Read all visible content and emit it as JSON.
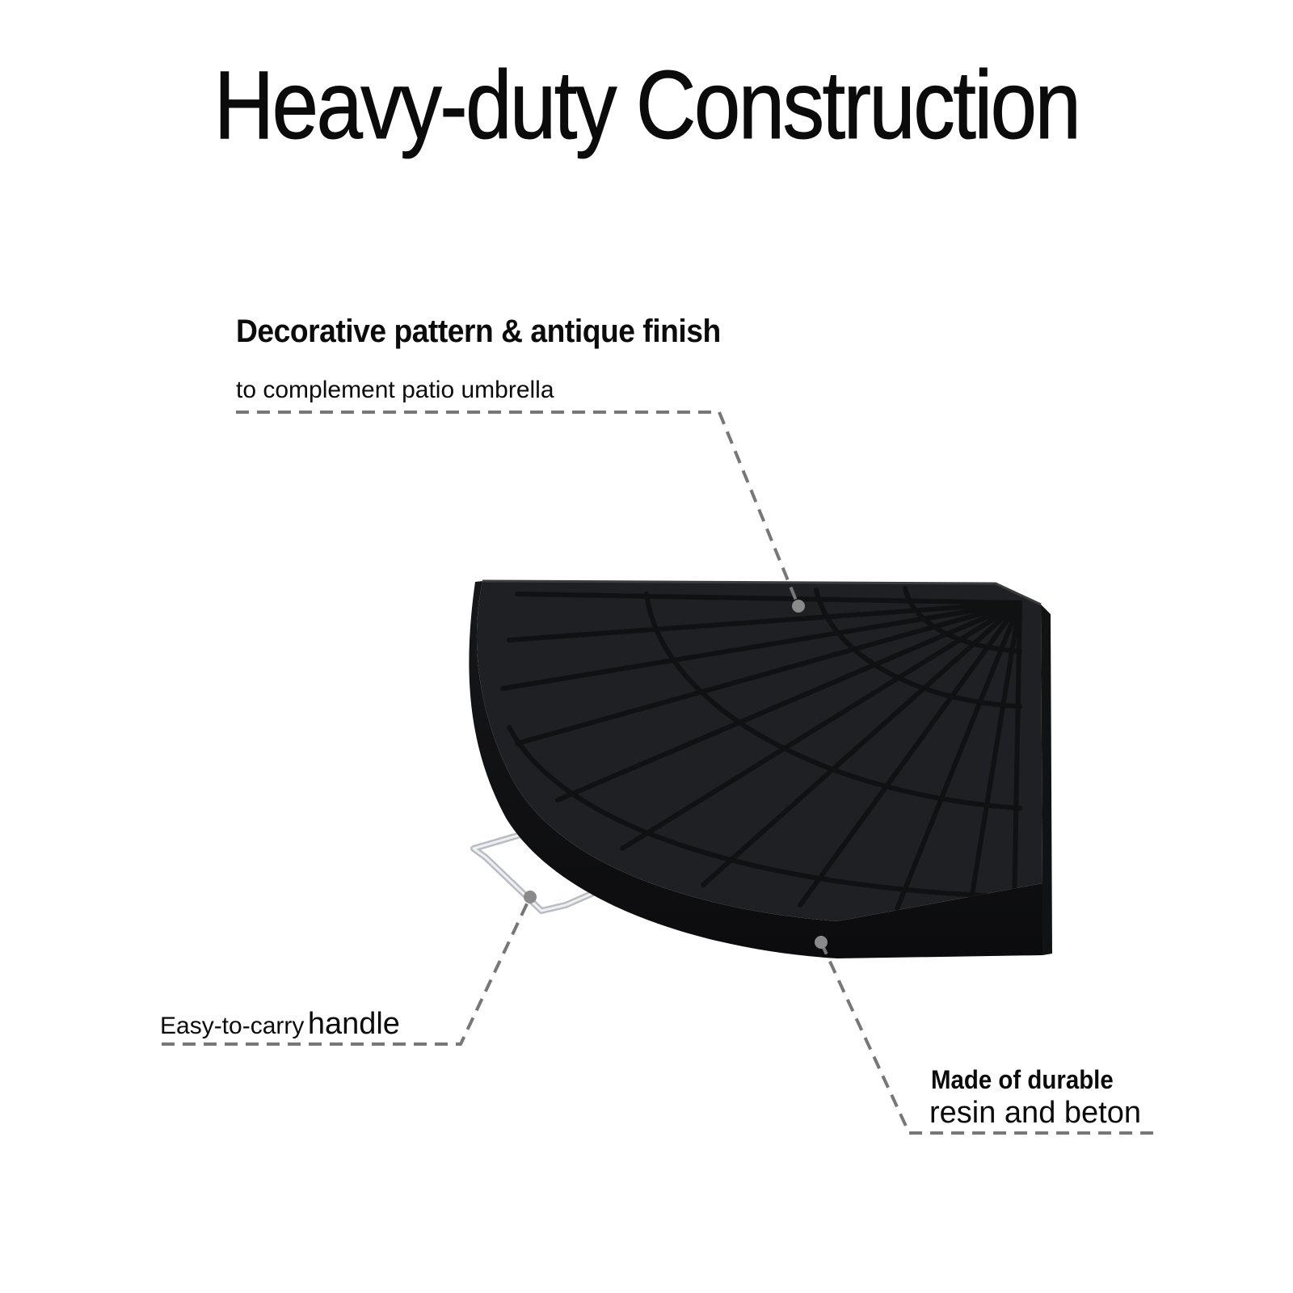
{
  "title": "Heavy-duty Construction",
  "callouts": {
    "pattern": {
      "heading": "Decorative pattern & antique finish",
      "sub": "to complement patio umbrella"
    },
    "handle": {
      "small": "Easy-to-carry",
      "large": "handle"
    },
    "material": {
      "line1": "Made of durable",
      "line2": "resin and beton"
    }
  },
  "colors": {
    "text": "#0b0b0b",
    "leader": "#777777",
    "product": "#1f2023"
  }
}
